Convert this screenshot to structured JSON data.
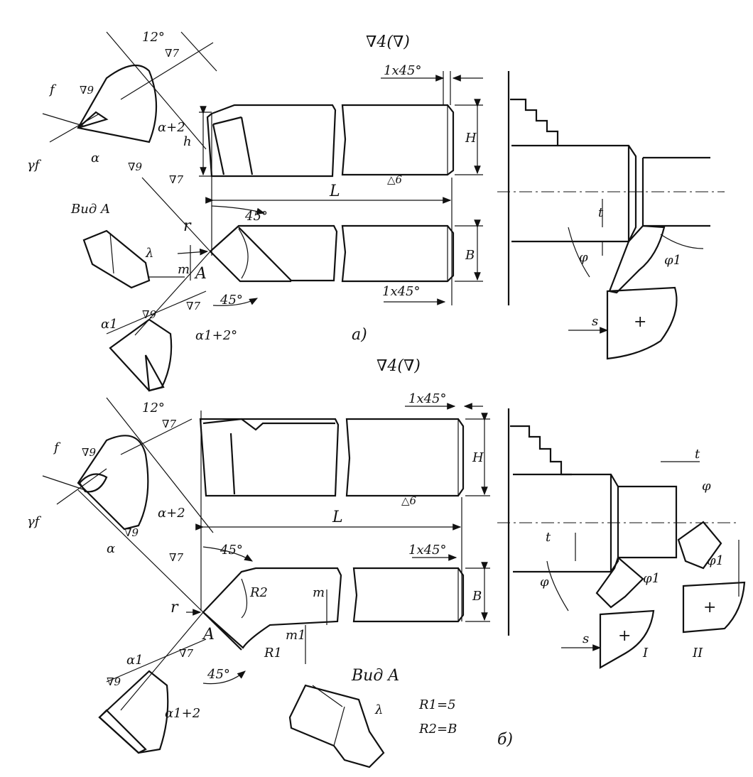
{
  "upper": {
    "roughness_top": "∇4(∇)",
    "chamfer_top": "1x45°",
    "chamfer_bottom": "1x45°",
    "angle_12": "12°",
    "rough_7": "∇7",
    "rough_9": "∇9",
    "label_f": "f",
    "label_gamma": "γf",
    "label_alpha": "α",
    "label_alpha_tol": "α+2",
    "label_h": "h",
    "label_H": "H",
    "label_L": "L",
    "label_B": "B",
    "label_r": "r",
    "label_m": "m",
    "label_A": "A",
    "label_lambda": "λ",
    "label_45a": "45°",
    "label_45b": "45°",
    "view_A": "Вид A",
    "label_alpha1": "α1",
    "label_alpha1_tol": "α1+2°",
    "rough_6": "△6",
    "label_t": "t",
    "label_phi": "φ",
    "label_phi1": "φ1",
    "label_s": "s",
    "plus": "+",
    "caption": "а)"
  },
  "lower": {
    "roughness_top": "∇4(∇)",
    "chamfer_top": "1x45°",
    "chamfer_bottom": "1x45°",
    "angle_12": "12°",
    "rough_7": "∇7",
    "rough_9": "∇9",
    "label_f": "f",
    "label_gamma": "γf",
    "label_alpha": "α",
    "label_alpha_tol": "α+2",
    "label_H": "H",
    "label_L": "L",
    "label_B": "B",
    "label_r": "r",
    "label_m": "m",
    "label_m1": "m1",
    "label_R2": "R2",
    "label_R1": "R1",
    "label_A": "A",
    "label_45a": "45°",
    "label_45b": "45°",
    "label_alpha1": "α1",
    "label_alpha1_tol": "α1+2",
    "view_A": "Вид A",
    "r1_note": "R1=5",
    "r2_note": "R2=B",
    "label_lambda": "λ",
    "rough_6": "△6",
    "label_t": "t",
    "label_phi": "φ",
    "label_phi1": "φ1",
    "label_s": "s",
    "label_I": "I",
    "label_II": "II",
    "plus": "+",
    "caption": "б)"
  }
}
